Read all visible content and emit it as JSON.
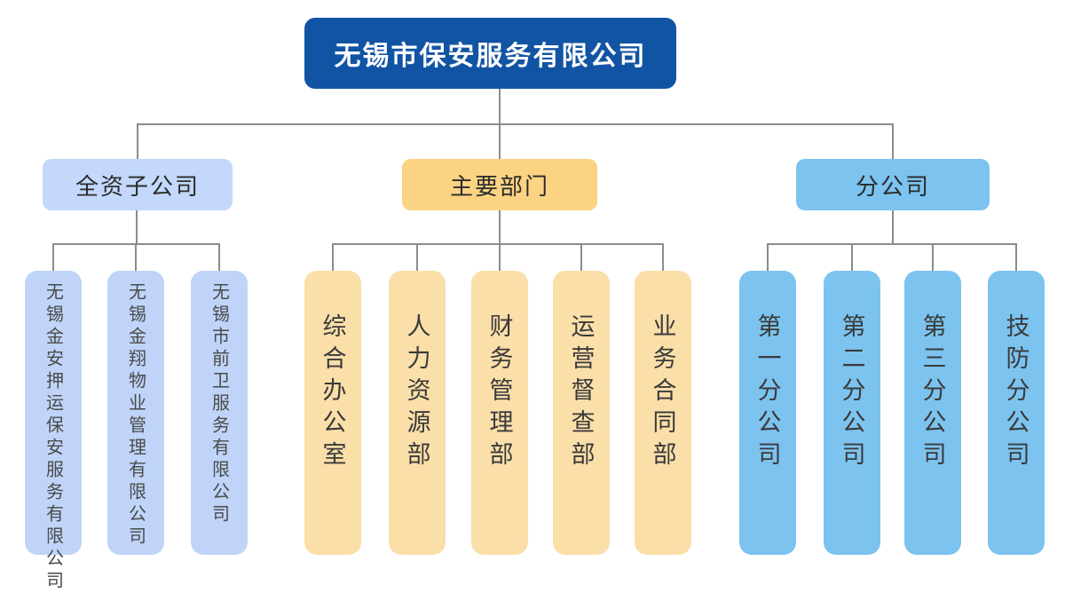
{
  "root": {
    "title": "无锡市保安服务有限公司"
  },
  "groups": [
    {
      "label": "全资子公司",
      "children": [
        "无锡金安押运保安服务有限公司",
        "无锡金翔物业管理有限公司",
        "无锡市前卫服务有限公司"
      ]
    },
    {
      "label": "主要部门",
      "children": [
        "综合办公室",
        "人力资源部",
        "财务管理部",
        "运营督查部",
        "业务合同部"
      ]
    },
    {
      "label": "分公司",
      "children": [
        "第一分公司",
        "第二分公司",
        "第三分公司",
        "技防分公司"
      ]
    }
  ],
  "colors": {
    "root_bg": "#1254a4",
    "root_text": "#ffffff",
    "category_periwinkle": "#c3d8fa",
    "category_gold": "#fbd383",
    "category_sky": "#7cc3ef",
    "child_periwinkle": "#bfd4f8",
    "child_gold": "#fadfa9",
    "child_sky": "#7cc3ef",
    "connector": "#8c8c8c"
  }
}
